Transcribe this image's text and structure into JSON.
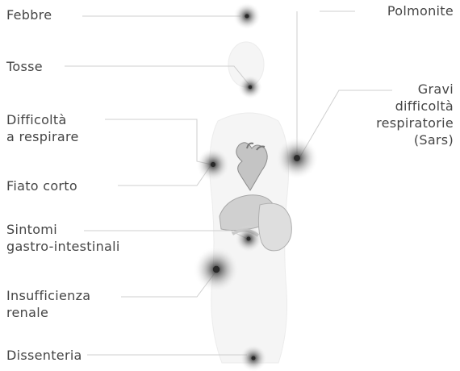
{
  "labels_left": [
    {
      "id": "febbre",
      "lines": [
        "Febbre"
      ]
    },
    {
      "id": "tosse",
      "lines": [
        "Tosse"
      ]
    },
    {
      "id": "difficolta",
      "lines": [
        "Difficoltà",
        "a respirare"
      ]
    },
    {
      "id": "fiato",
      "lines": [
        "Fiato corto"
      ]
    },
    {
      "id": "sintomi",
      "lines": [
        "Sintomi",
        "gastro-intestinali"
      ]
    },
    {
      "id": "insufficienza",
      "lines": [
        "Insufficienza",
        "renale"
      ]
    },
    {
      "id": "dissenteria",
      "lines": [
        "Dissenteria"
      ]
    }
  ],
  "labels_right": [
    {
      "id": "polmonite",
      "lines": [
        "Polmonite"
      ]
    },
    {
      "id": "gravi",
      "lines": [
        "Gravi",
        "difficoltà",
        "respiratorie",
        "(Sars)"
      ]
    }
  ],
  "colors": {
    "text": "#454545",
    "connector": "#cfcfcf",
    "marker": "#2a2a2a",
    "body": "#f4f4f4",
    "organ": "#c9c9c9"
  }
}
